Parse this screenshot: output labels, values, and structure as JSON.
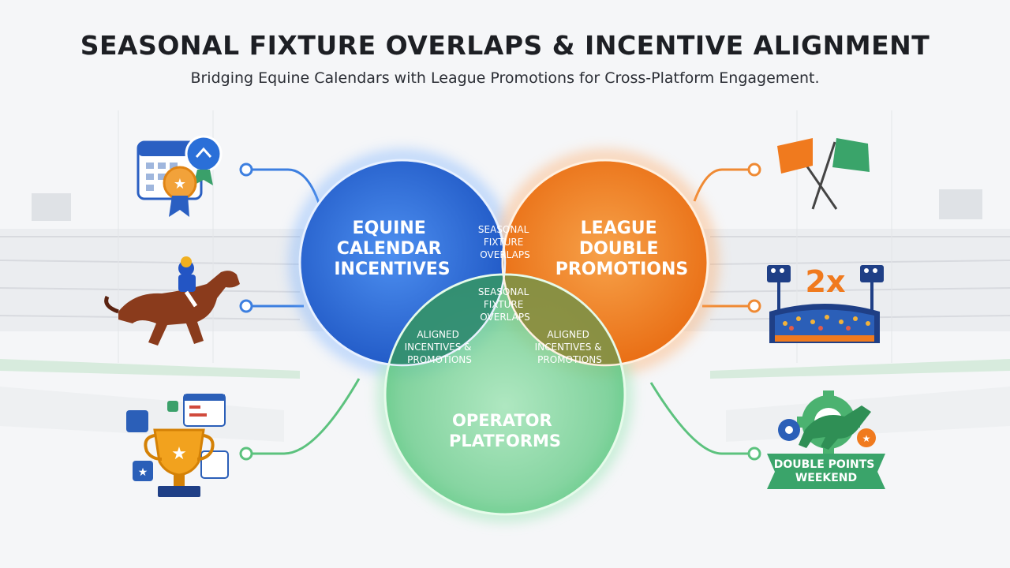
{
  "header": {
    "title": "SEASONAL FIXTURE OVERLAPS & INCENTIVE ALIGNMENT",
    "subtitle": "Bridging Equine Calendars with League Promotions for Cross-Platform Engagement."
  },
  "venn": {
    "circle_left": [
      "EQUINE",
      "CALENDAR",
      "INCENTIVES"
    ],
    "circle_right": [
      "LEAGUE",
      "DOUBLE",
      "PROMOTIONS"
    ],
    "circle_bottom": [
      "OPERATOR",
      "PLATFORMS"
    ],
    "overlap_top": [
      "SEASONAL",
      "FIXTURE",
      "OVERLAPS"
    ],
    "overlap_center": [
      "SEASONAL",
      "FIXTURE",
      "OVERLAPS"
    ],
    "overlap_left": [
      "ALIGNED",
      "INCENTIVES &",
      "PROMOTIONS"
    ],
    "overlap_right": [
      "ALIGNED",
      "INCENTIVES &",
      "PROMOTIONS"
    ]
  },
  "icons": {
    "multiplier_text": "2x",
    "banner_lines": [
      "DOUBLE POINTS",
      "WEEKEND"
    ]
  },
  "colors": {
    "blue": "#2f6fd6",
    "orange": "#f0801e",
    "green": "#53c47a",
    "connector_blue": "#3d7fe0",
    "connector_orange": "#ef8a34",
    "connector_green": "#5cc27e"
  }
}
